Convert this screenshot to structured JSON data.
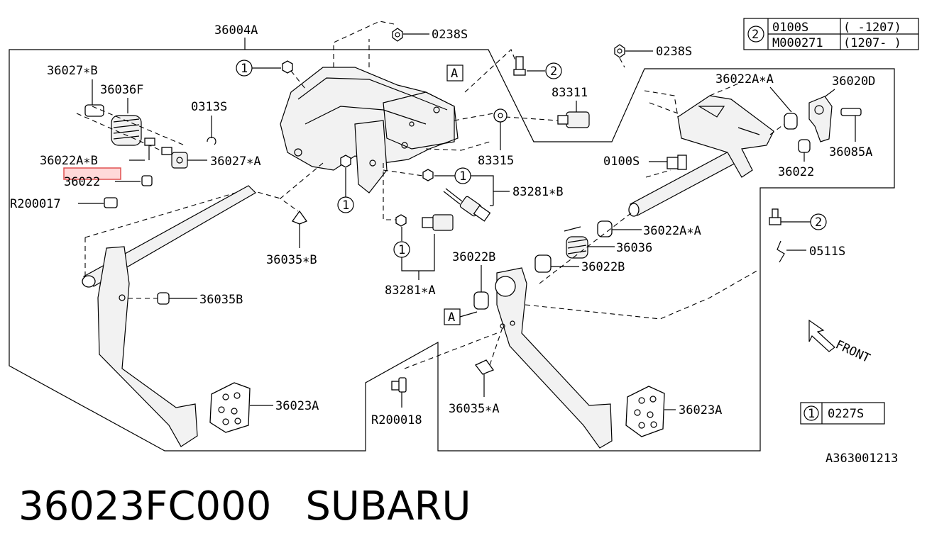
{
  "diagram": {
    "figure_code": "A363001213",
    "front_label": "FRONT",
    "legend_ref2": {
      "marker": "2",
      "rows": [
        {
          "code": "0100S",
          "range": "( -1207)"
        },
        {
          "code": "M000271",
          "range": "(1207- )"
        }
      ]
    },
    "legend_ref1": {
      "marker": "1",
      "code": "0227S"
    },
    "ref_markers": {
      "circle_1": "1",
      "circle_2": "2",
      "box_a": "A"
    },
    "parts": {
      "p36004A": "36004A",
      "p0238S_a": "0238S",
      "p0238S_b": "0238S",
      "p36027B": "36027∗B",
      "p36036F": "36036F",
      "p0313S": "0313S",
      "p36022AB": "36022A∗B",
      "p36027A": "36027∗A",
      "p36022_highlight": "36022",
      "pR200017": "R200017",
      "p83311": "83311",
      "p83315": "83315",
      "p83281B": "83281∗B",
      "p83281A": "83281∗A",
      "p36035B_star": "36035∗B",
      "p36035B": "36035B",
      "p36022AA_top": "36022A∗A",
      "p36020D": "36020D",
      "p0100S": "0100S",
      "p36085A": "36085A",
      "p36022_right": "36022",
      "p36022AA_mid": "36022A∗A",
      "p36036": "36036",
      "p36022B_a": "36022B",
      "p36022B_b": "36022B",
      "p0511S": "0511S",
      "p36023A_left": "36023A",
      "p36023A_right": "36023A",
      "pR200018": "R200018",
      "p36035A": "36035∗A"
    },
    "highlight_color": "#e05050"
  },
  "caption": {
    "part_number": "36023FC000",
    "brand": "SUBARU"
  }
}
